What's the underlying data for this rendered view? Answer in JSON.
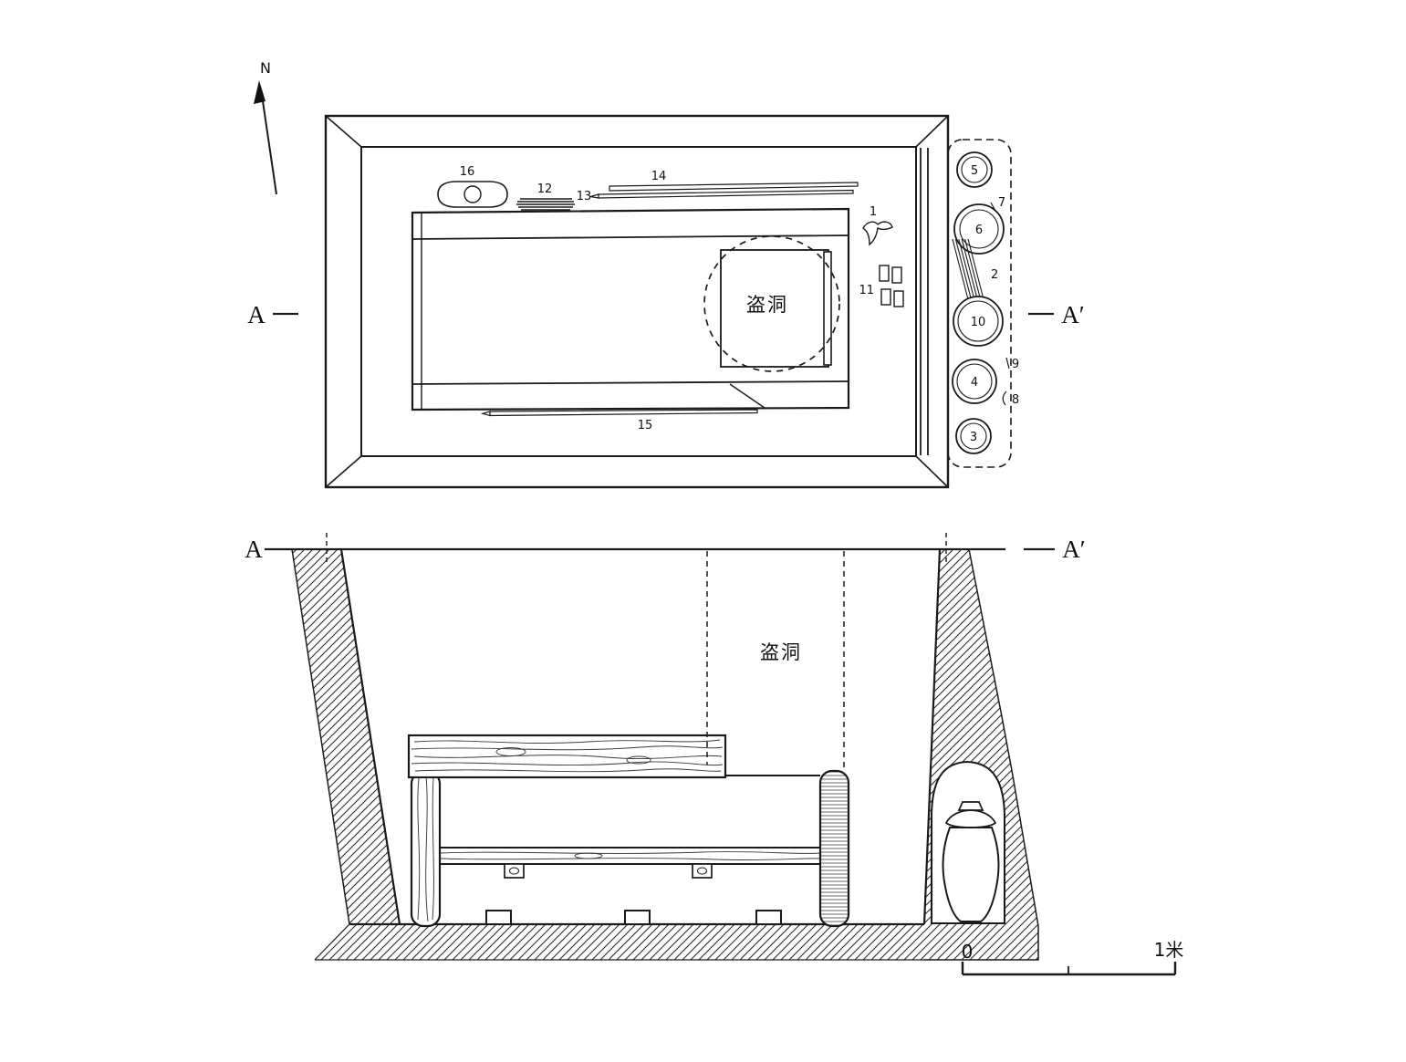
{
  "title": "tomb-excavation-plan-and-section",
  "colors": {
    "ink": "#1a1a1a",
    "background": "#ffffff"
  },
  "plan": {
    "north_label": "N",
    "section_left": "A",
    "section_right": "A′",
    "robber_hole": "盗洞",
    "nums": {
      "1": "1",
      "2": "2",
      "3": "3",
      "4": "4",
      "5": "5",
      "6": "6",
      "7": "7",
      "8": "8",
      "9": "9",
      "10": "10",
      "11": "11",
      "12": "12",
      "13": "13",
      "14": "14",
      "15": "15",
      "16": "16"
    }
  },
  "section": {
    "section_left": "A",
    "section_right": "A′",
    "robber_hole": "盗洞",
    "scale": {
      "zero": "0",
      "one_meter": "1米"
    }
  }
}
